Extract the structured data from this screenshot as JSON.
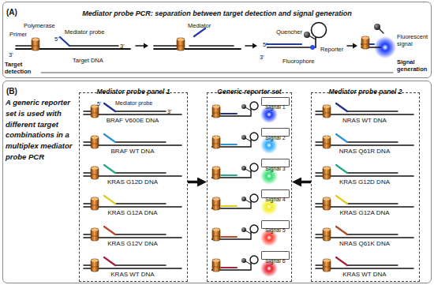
{
  "diagram": {
    "nodes": [
      {
        "text": [
          "(A)",
          "Mediator probe PCR: separation between target detection and signal generation"
        ]
      },
      {
        "text": [
          "(B)",
          "A generic reporter set is used with different target combinations in a multiplex mediator probe PCR"
        ]
      },
      {
        "text": [
          "Mediator probe panel 1"
        ],
        "in": 1
      },
      {
        "text": [
          "Generic reporter set"
        ],
        "in": 1
      },
      {
        "text": [
          "Signal 1"
        ],
        "in": 3
      },
      {
        "text": [
          "Signal 2"
        ],
        "in": 3
      },
      {
        "text": [
          "Signal 3"
        ],
        "in": 3
      },
      {
        "text": [
          "Signal 4"
        ],
        "in": 3
      },
      {
        "text": [
          "Signal 5"
        ],
        "in": 3
      },
      {
        "text": [
          "Signal 6"
        ],
        "in": 3
      },
      {
        "text": [
          "Mediator probe panel 2"
        ],
        "in": 1
      }
    ],
    "edges": [
      {
        "from": 2,
        "to": 3,
        "arrow": "to"
      },
      {
        "from": 10,
        "to": 3,
        "arrow": "to"
      }
    ],
    "labels": [
      "Polymerase",
      "Primer",
      "Mediator probe",
      "3'",
      "5'",
      "3'",
      "Target DNA",
      "Mediator",
      "Quencher",
      "5'",
      "3'",
      "Reporter",
      "Fluorophore",
      "Fluorescent signal",
      "Target detection",
      "Signal generation",
      "Mediator probe",
      "5'",
      "3'",
      "BRAF V600E DNA",
      "BRAF WT DNA",
      "KRAS G12D DNA",
      "KRAS G12A DNA",
      "KRAS G12V DNA",
      "KRAS WT DNA",
      "NRAS WT DNA",
      "NRAS Q61R DNA",
      "KRAS G12D DNA",
      "KRAS G12A DNA",
      "NRAS Q61K DNA",
      "KRAS WT DNA"
    ]
  }
}
